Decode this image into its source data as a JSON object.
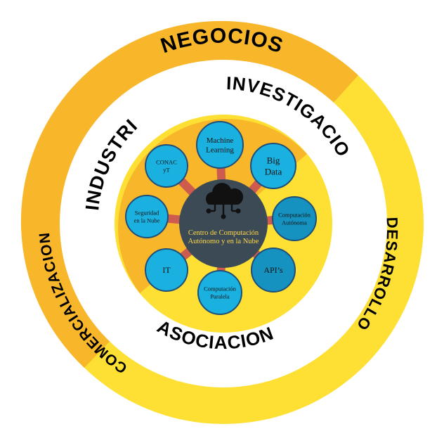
{
  "diagram": {
    "outer_ring": {
      "labels": {
        "top": "NEGOCIOS",
        "right": "DESARROLLO",
        "left": "COMERCIALIZACION"
      },
      "colors": {
        "amber": "#f8b62a",
        "yellow": "#fde033"
      }
    },
    "inner_ring": {
      "labels": {
        "top_right": "INVESTIGACION",
        "left": "INDUSTRIA",
        "bottom": "ASOCIACION"
      }
    },
    "core": {
      "colors": {
        "amber": "#f8b62a",
        "yellow": "#fde033"
      }
    },
    "hub": {
      "icon": "cloud-network-icon",
      "title_line1": "Centro de Computación",
      "title_line2": "Autónomo y en la Nube",
      "colors": {
        "fill": "#3c4a56",
        "text": "#ffd84a",
        "icon": "#111111"
      }
    },
    "nodes": [
      {
        "id": "machine-learning",
        "line1": "Machine",
        "line2": "Learning"
      },
      {
        "id": "big-data",
        "line1": "Big",
        "line2": "Data"
      },
      {
        "id": "computacion-autonoma",
        "line1": "Computación",
        "line2": "Autónoma"
      },
      {
        "id": "apis",
        "line1": "API’s",
        "line2": ""
      },
      {
        "id": "computacion-paralela",
        "line1": "Computación",
        "line2": "Paralela"
      },
      {
        "id": "it",
        "line1": "IT",
        "line2": ""
      },
      {
        "id": "seguridad-nube",
        "line1": "Seguridad",
        "line2": "en la Nube"
      },
      {
        "id": "conacyt",
        "line1": "CONAC",
        "line2": "yT"
      }
    ],
    "node_colors": {
      "fill": "#1ab0e0",
      "dark_fill": "#1592bf",
      "stroke": "#1d4f7a",
      "spoke": "#cd5c4e"
    }
  }
}
